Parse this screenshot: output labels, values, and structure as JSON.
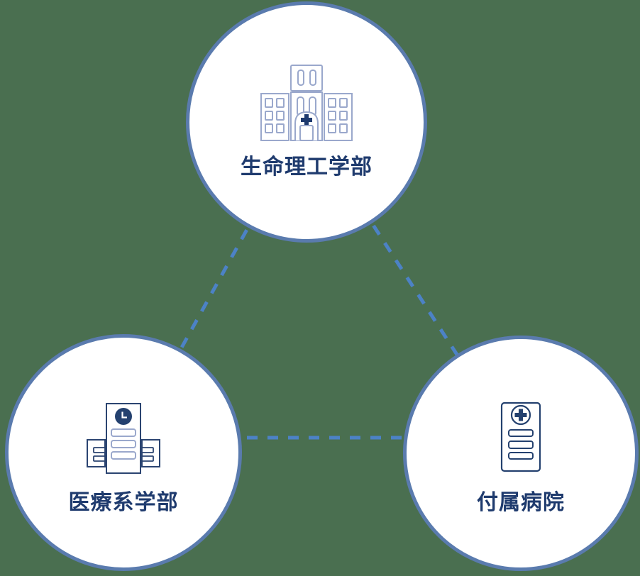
{
  "diagram": {
    "nodes": [
      {
        "id": "life-science-faculty",
        "label": "生命理工学部",
        "icon": "university-building-icon"
      },
      {
        "id": "medical-faculties",
        "label": "医療系学部",
        "icon": "clock-building-icon"
      },
      {
        "id": "affiliated-hospital",
        "label": "付属病院",
        "icon": "hospital-building-icon"
      }
    ],
    "connections": [
      {
        "from": "life-science-faculty",
        "to": "medical-faculties",
        "style": "dashed"
      },
      {
        "from": "life-science-faculty",
        "to": "affiliated-hospital",
        "style": "dashed"
      },
      {
        "from": "medical-faculties",
        "to": "affiliated-hospital",
        "style": "dashed"
      }
    ],
    "colors": {
      "background": "#4A6F50",
      "circle_fill": "#FFFFFF",
      "circle_border": "#5A7BAE",
      "connector": "#4C82C6",
      "label_text": "#1F3B6E",
      "icon_navy": "#24416F",
      "icon_light": "#9AA8CC"
    }
  }
}
